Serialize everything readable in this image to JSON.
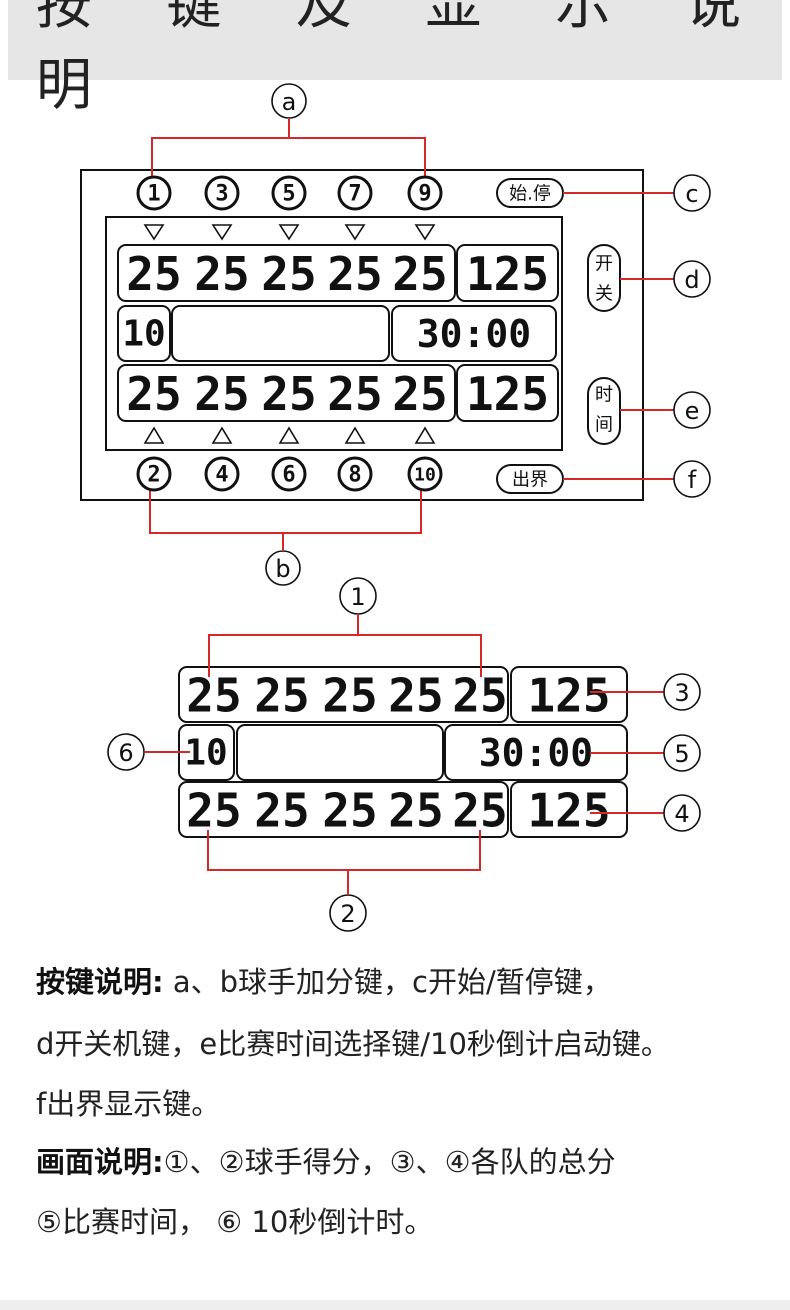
{
  "title": "按 键 及 显 示 说 明",
  "top_panel": {
    "group_a_label": "a",
    "group_b_label": "b",
    "keys_top": [
      "1",
      "3",
      "5",
      "7",
      "9"
    ],
    "keys_bottom": [
      "2",
      "4",
      "6",
      "8",
      "10"
    ],
    "side_keys": [
      {
        "text": "始.停",
        "letter": "c"
      },
      {
        "text": "开关",
        "letter": "d"
      },
      {
        "text": "时间",
        "letter": "e"
      },
      {
        "text": "出界",
        "letter": "f"
      }
    ],
    "score_digits": [
      "25",
      "25",
      "25",
      "25",
      "25"
    ],
    "total": "125",
    "countdown": "10",
    "game_time": "30:00"
  },
  "display_panel": {
    "callouts": [
      "1",
      "2",
      "3",
      "4",
      "5",
      "6"
    ],
    "score_digits": [
      "25",
      "25",
      "25",
      "25",
      "25"
    ],
    "total": "125",
    "countdown": "10",
    "game_time": "30:00"
  },
  "description": {
    "keys_heading": "按键说明:",
    "keys_line1": " a、b球手加分键，c开始/暂停键，",
    "keys_line2": "d开关机键，e比赛时间选择键/10秒倒计启动键。",
    "keys_line3": "f出界显示键。",
    "screen_heading": "画面说明:",
    "screen_line1": "①、②球手得分，③、④各队的总分",
    "screen_line2": "⑤比赛时间，  ⑥ 10秒倒计时。"
  },
  "colors": {
    "accent_line": "#d62828",
    "ink": "#111111"
  }
}
